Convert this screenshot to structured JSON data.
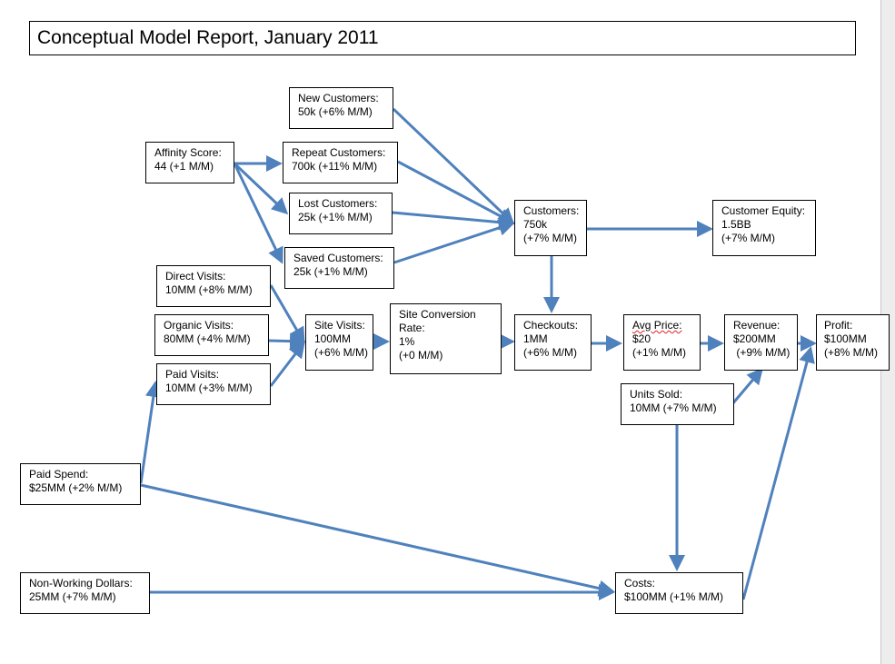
{
  "title": "Conceptual Model Report, January 2011",
  "colors": {
    "arrow": "#4f81bd",
    "box_border": "#000000"
  },
  "nodes": {
    "new_customers": {
      "lines": [
        "New Customers:",
        "50k (+6% M/M)"
      ]
    },
    "affinity_score": {
      "lines": [
        "Affinity Score:",
        "44 (+1 M/M)"
      ]
    },
    "repeat_customers": {
      "lines": [
        "Repeat Customers:",
        "700k (+11% M/M)"
      ]
    },
    "lost_customers": {
      "lines": [
        "Lost Customers:",
        "25k (+1% M/M)"
      ]
    },
    "saved_customers": {
      "lines": [
        "Saved Customers:",
        "25k (+1% M/M)"
      ]
    },
    "customers": {
      "lines": [
        "Customers:",
        "750k",
        "(+7% M/M)"
      ]
    },
    "customer_equity": {
      "lines": [
        "Customer Equity:",
        "1.5BB",
        "(+7% M/M)"
      ]
    },
    "direct_visits": {
      "lines": [
        "Direct Visits:",
        "10MM (+8% M/M)"
      ]
    },
    "organic_visits": {
      "lines": [
        "Organic Visits:",
        "80MM (+4% M/M)"
      ]
    },
    "paid_visits": {
      "lines": [
        "Paid Visits:",
        "10MM (+3% M/M)"
      ]
    },
    "site_visits": {
      "lines": [
        "Site Visits:",
        "100MM",
        "(+6% M/M)"
      ]
    },
    "site_conversion": {
      "lines": [
        "Site Conversion",
        "Rate:",
        "1%",
        "(+0 M/M)"
      ]
    },
    "checkouts": {
      "lines": [
        "Checkouts:",
        "1MM",
        "(+6% M/M)"
      ]
    },
    "avg_price": {
      "lines": [
        "Avg Price:",
        "$20",
        "(+1% M/M)"
      ]
    },
    "revenue": {
      "lines": [
        "Revenue:",
        "$200MM",
        " (+9% M/M)"
      ]
    },
    "profit": {
      "lines": [
        "Profit:",
        "$100MM",
        "(+8% M/M)"
      ]
    },
    "units_sold": {
      "lines": [
        "Units Sold:",
        "10MM (+7% M/M)"
      ]
    },
    "paid_spend": {
      "lines": [
        "Paid Spend:",
        "$25MM (+2% M/M)"
      ]
    },
    "non_working_dollars": {
      "lines": [
        "Non-Working Dollars:",
        "25MM (+7% M/M)"
      ]
    },
    "costs": {
      "lines": [
        "Costs:",
        "$100MM (+1% M/M)"
      ]
    }
  }
}
